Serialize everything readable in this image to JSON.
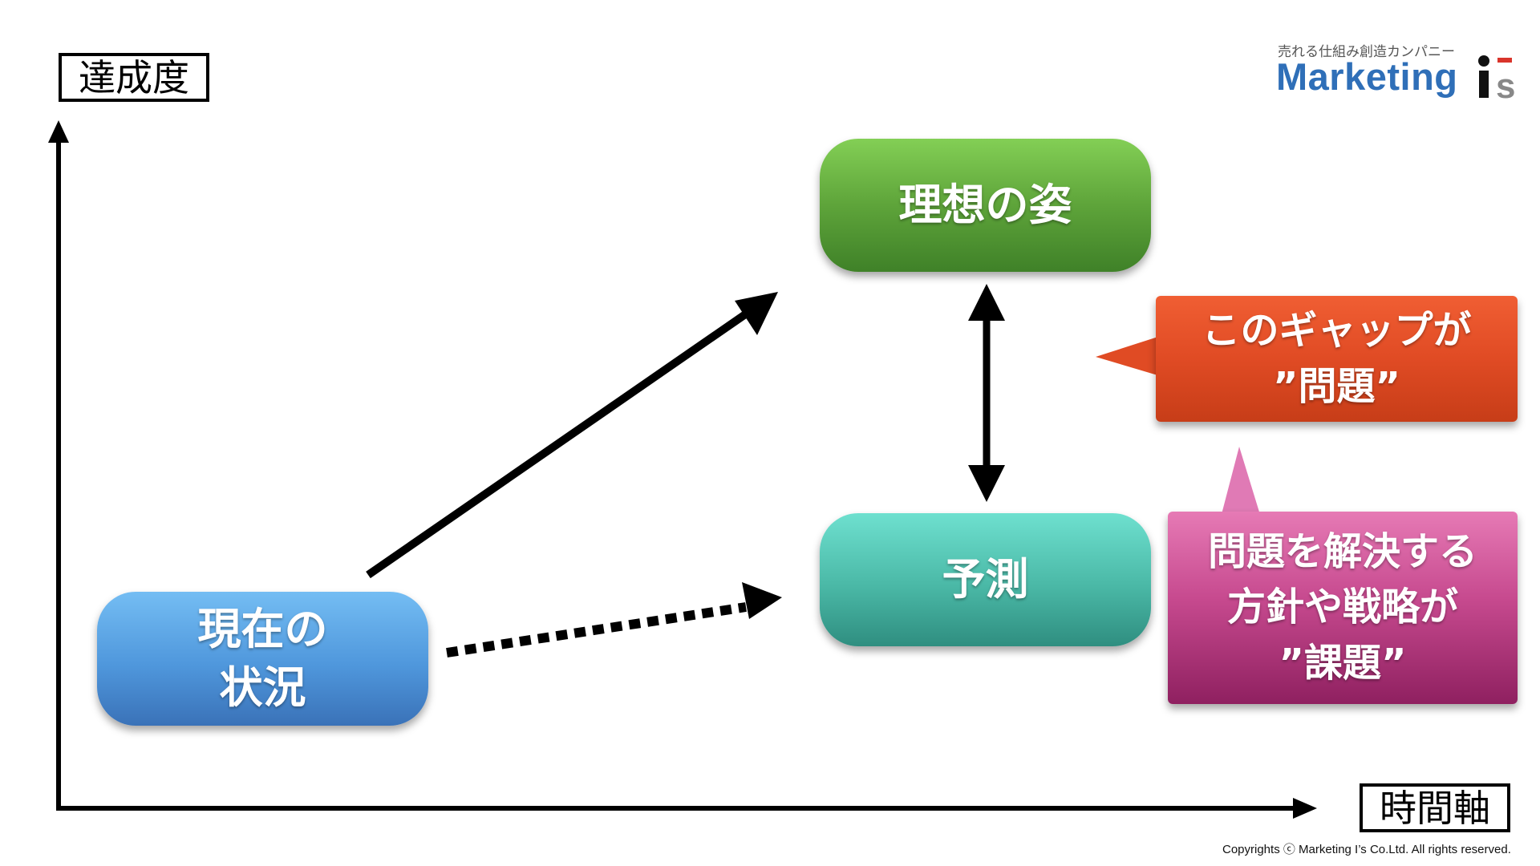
{
  "diagram": {
    "y_axis_label": "達成度",
    "x_axis_label": "時間軸",
    "boxes": {
      "ideal": [
        "理想の姿"
      ],
      "forecast": [
        "予測"
      ],
      "current": [
        "現在の",
        "状況"
      ]
    },
    "callouts": {
      "problem": [
        "このギャップが",
        "”問題”"
      ],
      "issue": [
        "問題を解決する",
        "方針や戦略が",
        "”課題”"
      ]
    }
  },
  "brand": {
    "tagline": "売れる仕組み創造カンパニー",
    "name": "Marketing",
    "mark_text": "is"
  },
  "copyright": "Copyrights ⓒ Marketing I’s Co.Ltd. All rights reserved.",
  "colors": {
    "ideal": "#5ea43a",
    "forecast": "#4ab8a6",
    "current": "#4f97dc",
    "problem": "#e04b24",
    "issue": "#c74a8f",
    "brand_blue": "#2f6fb8",
    "brand_red": "#d9342b"
  }
}
